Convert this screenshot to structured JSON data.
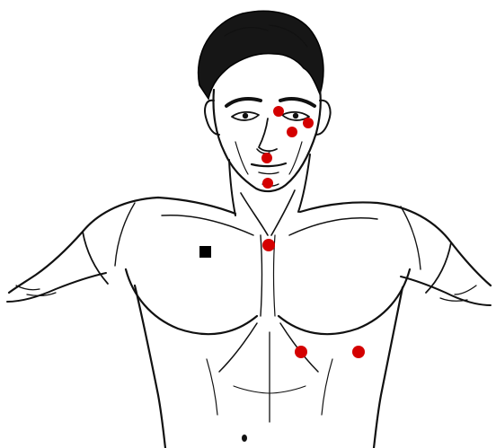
{
  "figure": {
    "illustration": "male-torso-line-drawing",
    "marker_color": "#d40000",
    "square_marker_color": "#000000",
    "markers": [
      {
        "name": "marker-left-eyebrow",
        "region": "forehead-above-left-eye",
        "shape": "circle"
      },
      {
        "name": "marker-left-eye-outer",
        "region": "outer-corner-left-eye",
        "shape": "circle"
      },
      {
        "name": "marker-left-cheek",
        "region": "below-left-eye",
        "shape": "circle"
      },
      {
        "name": "marker-nose-philtrum",
        "region": "below-nose",
        "shape": "circle"
      },
      {
        "name": "marker-chin",
        "region": "chin",
        "shape": "circle"
      },
      {
        "name": "marker-sternal-notch",
        "region": "top-of-sternum",
        "shape": "circle"
      },
      {
        "name": "marker-rib-center",
        "region": "lower-rib-cage-center",
        "shape": "circle"
      },
      {
        "name": "marker-rib-side",
        "region": "lower-rib-cage-left",
        "shape": "circle"
      },
      {
        "name": "marker-right-chest-square",
        "region": "right-pectoral",
        "shape": "square"
      }
    ]
  }
}
